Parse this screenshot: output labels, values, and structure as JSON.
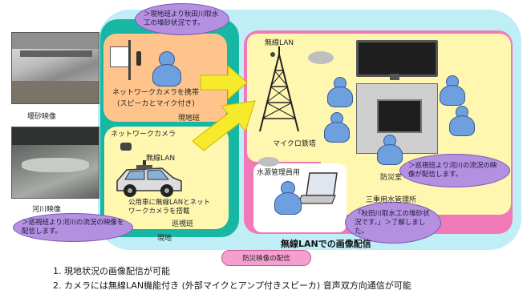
{
  "photos": {
    "embankment_caption": "堰砂映像",
    "river_caption": "河川映像"
  },
  "field": {
    "camera_label": "ネットワークカメラを携帯",
    "camera_sublabel": "(スピーカとマイク付き)",
    "field_site": "現地班",
    "network_camera": "ネットワークカメラ",
    "wireless_lan": "無線LAN",
    "vehicle_note": "公用車に無線LANとネットワークカメラを搭載",
    "vehicle_note_sub": "巡視班",
    "field_area": "現地"
  },
  "bubbles": {
    "field_report": "＞現地班より秋田川取水工の堆砂状況です。",
    "river_distribution": "＞巡視班より河川の流況の映像を配信します。",
    "office_reception": "＞巡視班より河川の流況の映像が配信します。",
    "laptop_dialog": "「秋田川取水工の堆砂状況です。」＞了解しました。"
  },
  "network": {
    "tower_wireless": "無線LAN",
    "tower_label": "マイクロ鉄塔",
    "water_manager": "水源管理員用",
    "disaster_room": "防災室",
    "dam_office": "三重用水管理所",
    "distribution_title": "無線LANでの画像配信",
    "disaster_distribution": "防災映像の配信"
  },
  "notes": [
    "1. 現地状況の画像配信が可能",
    "2. カメラには無線LAN機能付き (外部マイクとアンプ付きスピーカ) 音声双方向通信が可能"
  ],
  "colors": {
    "outer_panel": "#bfeef6",
    "field_panel": "#18b7a3",
    "person": "#6e9fde",
    "pink_panel": "#f07ab8",
    "yellow_panel": "#fff7b0",
    "bubble": "#b58fe0",
    "arrow": "#f7ea2d"
  }
}
